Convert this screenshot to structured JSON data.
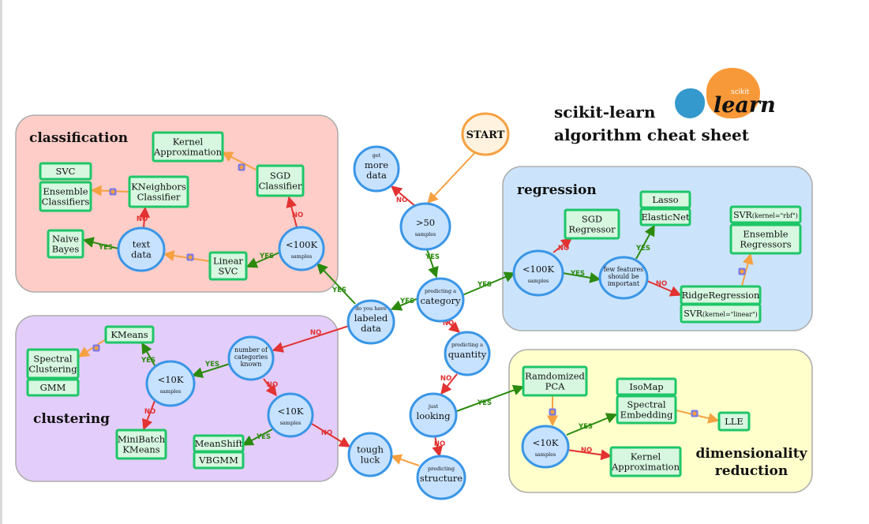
{
  "header": {
    "title_line1": "scikit-learn",
    "title_line2": "algorithm cheat sheet",
    "logo_small": "scikit",
    "logo_big": "learn"
  },
  "colors": {
    "classification_bg": "#ffcdc8",
    "clustering_bg": "#e3cdfa",
    "regression_bg": "#cce4fb",
    "dimred_bg": "#ffffcc",
    "yes_arrow": "#2b8a0e",
    "no_arrow": "#e23232",
    "next_arrow": "#f5a142",
    "node_border": "#3a96e6",
    "node_fill": "#c6e2ff",
    "estimator_border": "#1ec668",
    "estimator_fill": "#d7f7e0",
    "start_border": "#f5a142"
  },
  "regions": [
    {
      "id": "classification",
      "label": "classification"
    },
    {
      "id": "clustering",
      "label": "clustering"
    },
    {
      "id": "regression",
      "label": "regression"
    },
    {
      "id": "dimred",
      "label_line1": "dimensionality",
      "label_line2": "reduction"
    }
  ],
  "start": {
    "label": "START"
  },
  "decisions": [
    {
      "id": "more_data",
      "small": "get",
      "main": "more\ndata",
      "small_pos": "top"
    },
    {
      "id": "gt50",
      "main": ">50",
      "small": "samples",
      "small_pos": "bottom"
    },
    {
      "id": "category",
      "small": "predicting a",
      "main": "category",
      "small_pos": "top"
    },
    {
      "id": "labeled",
      "small": "do you have",
      "main": "labeled\ndata",
      "small_pos": "top"
    },
    {
      "id": "quantity",
      "small": "predicting a",
      "main": "quantity",
      "small_pos": "top"
    },
    {
      "id": "looking",
      "small": "just",
      "main": "looking",
      "small_pos": "top"
    },
    {
      "id": "structure",
      "small": "predicting",
      "main": "structure",
      "small_pos": "top"
    },
    {
      "id": "tough",
      "main": "tough\nluck"
    },
    {
      "id": "clf_lt100k",
      "main": "<100K",
      "small": "samples",
      "small_pos": "bottom"
    },
    {
      "id": "text",
      "main": "text\ndata"
    },
    {
      "id": "cat_known",
      "small_lines": [
        "number of",
        "categories",
        "known"
      ]
    },
    {
      "id": "clu_lt10k_a",
      "main": "<10K",
      "small": "samples",
      "small_pos": "bottom"
    },
    {
      "id": "clu_lt10k_b",
      "main": "<10K",
      "small": "samples",
      "small_pos": "bottom"
    },
    {
      "id": "reg_lt100k",
      "main": "<100K",
      "small": "samples",
      "small_pos": "bottom"
    },
    {
      "id": "few_features",
      "small_lines": [
        "few features",
        "should be",
        "important"
      ]
    },
    {
      "id": "dim_lt10k",
      "main": "<10K",
      "small": "samples",
      "small_pos": "bottom"
    }
  ],
  "estimators": [
    {
      "id": "kernel_approx_clf",
      "text": "Kernel\nApproximation"
    },
    {
      "id": "sgd_clf",
      "text": "SGD\nClassifier"
    },
    {
      "id": "kneighbors",
      "text": "KNeighbors\nClassifier"
    },
    {
      "id": "svc",
      "text": "SVC"
    },
    {
      "id": "ensemble_clf",
      "text": "Ensemble\nClassifiers"
    },
    {
      "id": "naive_bayes",
      "text": "Naive\nBayes"
    },
    {
      "id": "linear_svc",
      "text": "Linear\nSVC"
    },
    {
      "id": "kmeans",
      "text": "KMeans"
    },
    {
      "id": "spectral_clu",
      "text": "Spectral\nClustering"
    },
    {
      "id": "gmm",
      "text": "GMM"
    },
    {
      "id": "minibatch",
      "text": "MiniBatch\nKMeans"
    },
    {
      "id": "meanshift",
      "text": "MeanShift"
    },
    {
      "id": "vbgmm",
      "text": "VBGMM"
    },
    {
      "id": "sgd_reg",
      "text": "SGD\nRegressor"
    },
    {
      "id": "lasso",
      "text": "Lasso"
    },
    {
      "id": "elasticnet",
      "text": "ElasticNet"
    },
    {
      "id": "svr_rbf",
      "text": "SVR(kernel=\"rbf\")"
    },
    {
      "id": "ensemble_reg",
      "text": "Ensemble\nRegressors"
    },
    {
      "id": "ridge",
      "text": "RidgeRegression"
    },
    {
      "id": "svr_linear",
      "text": "SVR(kernel=\"linear\")"
    },
    {
      "id": "randomized_pca",
      "text": "Ramdomized\nPCA"
    },
    {
      "id": "isomap",
      "text": "IsoMap"
    },
    {
      "id": "spectral_emb",
      "text": "Spectral\nEmbedding"
    },
    {
      "id": "lle",
      "text": "LLE"
    },
    {
      "id": "kernel_approx_dim",
      "text": "Kernel\nApproximation"
    }
  ],
  "edges": [
    {
      "from": "start",
      "to": "gt50",
      "type": "next"
    },
    {
      "from": "gt50",
      "to": "more_data",
      "type": "no",
      "label": "NO"
    },
    {
      "from": "gt50",
      "to": "category",
      "type": "yes",
      "label": "YES"
    },
    {
      "from": "category",
      "to": "labeled",
      "type": "yes",
      "label": "YES"
    },
    {
      "from": "category",
      "to": "reg_lt100k",
      "type": "yes",
      "label": "YES"
    },
    {
      "from": "category",
      "to": "quantity",
      "type": "no",
      "label": "NO"
    },
    {
      "from": "labeled",
      "to": "clf_lt100k",
      "type": "yes",
      "label": "YES"
    },
    {
      "from": "labeled",
      "to": "cat_known",
      "type": "no",
      "label": "NO"
    },
    {
      "from": "quantity",
      "to": "looking",
      "type": "no",
      "label": "NO"
    },
    {
      "from": "looking",
      "to": "randomized_pca",
      "type": "yes",
      "label": "YES"
    },
    {
      "from": "looking",
      "to": "structure",
      "type": "no",
      "label": "NO"
    },
    {
      "from": "structure",
      "to": "tough",
      "type": "next"
    },
    {
      "from": "clf_lt100k",
      "to": "sgd_clf",
      "type": "no",
      "label": "NO"
    },
    {
      "from": "clf_lt100k",
      "to": "linear_svc",
      "type": "yes",
      "label": "YES"
    },
    {
      "from": "sgd_clf",
      "to": "kernel_approx_clf",
      "type": "next"
    },
    {
      "from": "linear_svc",
      "to": "text",
      "type": "next"
    },
    {
      "from": "text",
      "to": "naive_bayes",
      "type": "yes",
      "label": "YES"
    },
    {
      "from": "text",
      "to": "kneighbors",
      "type": "no",
      "label": "NO"
    },
    {
      "from": "kneighbors",
      "to": "ensemble_clf",
      "type": "next"
    },
    {
      "from": "cat_known",
      "to": "clu_lt10k_a",
      "type": "yes",
      "label": "YES"
    },
    {
      "from": "cat_known",
      "to": "clu_lt10k_b",
      "type": "no",
      "label": "NO"
    },
    {
      "from": "clu_lt10k_a",
      "to": "kmeans",
      "type": "yes",
      "label": "YES"
    },
    {
      "from": "clu_lt10k_a",
      "to": "minibatch",
      "type": "no",
      "label": "NO"
    },
    {
      "from": "kmeans",
      "to": "spectral_clu",
      "type": "next"
    },
    {
      "from": "clu_lt10k_b",
      "to": "meanshift",
      "type": "yes",
      "label": "YES"
    },
    {
      "from": "clu_lt10k_b",
      "to": "tough",
      "type": "no",
      "label": "NO"
    },
    {
      "from": "reg_lt100k",
      "to": "sgd_reg",
      "type": "no",
      "label": "NO"
    },
    {
      "from": "reg_lt100k",
      "to": "few_features",
      "type": "yes",
      "label": "YES"
    },
    {
      "from": "few_features",
      "to": "lasso",
      "type": "yes",
      "label": "YES"
    },
    {
      "from": "few_features",
      "to": "ridge",
      "type": "no",
      "label": "NO"
    },
    {
      "from": "ridge",
      "to": "svr_rbf",
      "type": "next"
    },
    {
      "from": "randomized_pca",
      "to": "dim_lt10k",
      "type": "next"
    },
    {
      "from": "dim_lt10k",
      "to": "spectral_emb",
      "type": "yes",
      "label": "YES"
    },
    {
      "from": "dim_lt10k",
      "to": "kernel_approx_dim",
      "type": "no",
      "label": "NO"
    },
    {
      "from": "spectral_emb",
      "to": "lle",
      "type": "next"
    }
  ]
}
